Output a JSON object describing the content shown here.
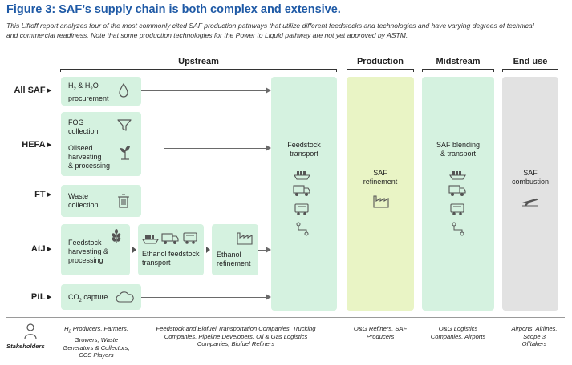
{
  "header": {
    "title": "Figure 3: SAF’s supply chain is both complex and extensive.",
    "subtitle": "This Liftoff report analyzes four of the most commonly cited SAF production pathways that utilize different feedstocks and technologies and have varying degrees of technical and commercial readiness. Note that some production technologies for the Power to Liquid pathway are not yet approved by ASTM."
  },
  "columns": {
    "upstream": "Upstream",
    "production": "Production",
    "midstream": "Midstream",
    "end_use": "End use"
  },
  "rows": {
    "all_saf": "All SAF",
    "hefa": "HEFA",
    "ft": "FT",
    "atj": "AtJ",
    "ptl": "PtL"
  },
  "boxes": {
    "h2_line1": "H",
    "h2_sub1": "2",
    "h2_mid": " & H",
    "h2_sub2": "2",
    "h2_end": "O",
    "h2_line2": "procurement",
    "fog_line1": "FOG",
    "fog_line2": "collection",
    "oilseed_line1": "Oilseed",
    "oilseed_line2": "harvesting",
    "oilseed_line3": "& processing",
    "waste_line1": "Waste",
    "waste_line2": "collection",
    "feedstock_line1": "Feedstock",
    "feedstock_line2": "harvesting &",
    "feedstock_line3": "processing",
    "ethanol_transport_line1": "Ethanol feedstock",
    "ethanol_transport_line2": "transport",
    "ethanol_ref_line1": "Ethanol",
    "ethanol_ref_line2": "refinement",
    "co2_pre": "CO",
    "co2_sub": "2",
    "co2_post": " capture",
    "fs_transport_line1": "Feedstock",
    "fs_transport_line2": "transport",
    "saf_ref_line1": "SAF",
    "saf_ref_line2": "refinement",
    "blending_line1": "SAF  blending",
    "blending_line2": "& transport",
    "combustion_line1": "SAF",
    "combustion_line2": "combustion"
  },
  "stakeholders": {
    "label": "Stakeholders",
    "upstream_line1": "H",
    "upstream_sub1": "2",
    "upstream_line1b": " Producers, Farmers,",
    "upstream_line2": "Growers, Waste",
    "upstream_line3": "Generators & Collectors,",
    "upstream_line4": "CCS Players",
    "transport_line1": "Feedstock and Biofuel Transportation Companies, Trucking",
    "transport_line2": "Companies, Pipeline Developers, Oil & Gas Logistics",
    "transport_line3": "Companies, Biofuel Refiners",
    "production_line1": "O&G Refiners, SAF",
    "production_line2": "Producers",
    "midstream_line1": "O&G Logistics",
    "midstream_line2": "Companies, Airports",
    "enduse_line1": "Airports, Airlines,",
    "enduse_line2": "Scope 3",
    "enduse_line3": "Offtakers"
  },
  "colors": {
    "title": "#1f5aa6",
    "green_box": "#d5f2e0",
    "yellow_box": "#e9f4c5",
    "grey_box": "#e2e2e2",
    "icon": "#555555",
    "connector": "#6a6a6a"
  },
  "icons": [
    "water-drop-icon",
    "funnel-icon",
    "sprout-icon",
    "trash-can-icon",
    "wheat-icon",
    "ship-icon",
    "truck-icon",
    "rail-car-icon",
    "pipeline-icon",
    "factory-icon",
    "cloud-icon",
    "airplane-icon",
    "person-icon"
  ]
}
